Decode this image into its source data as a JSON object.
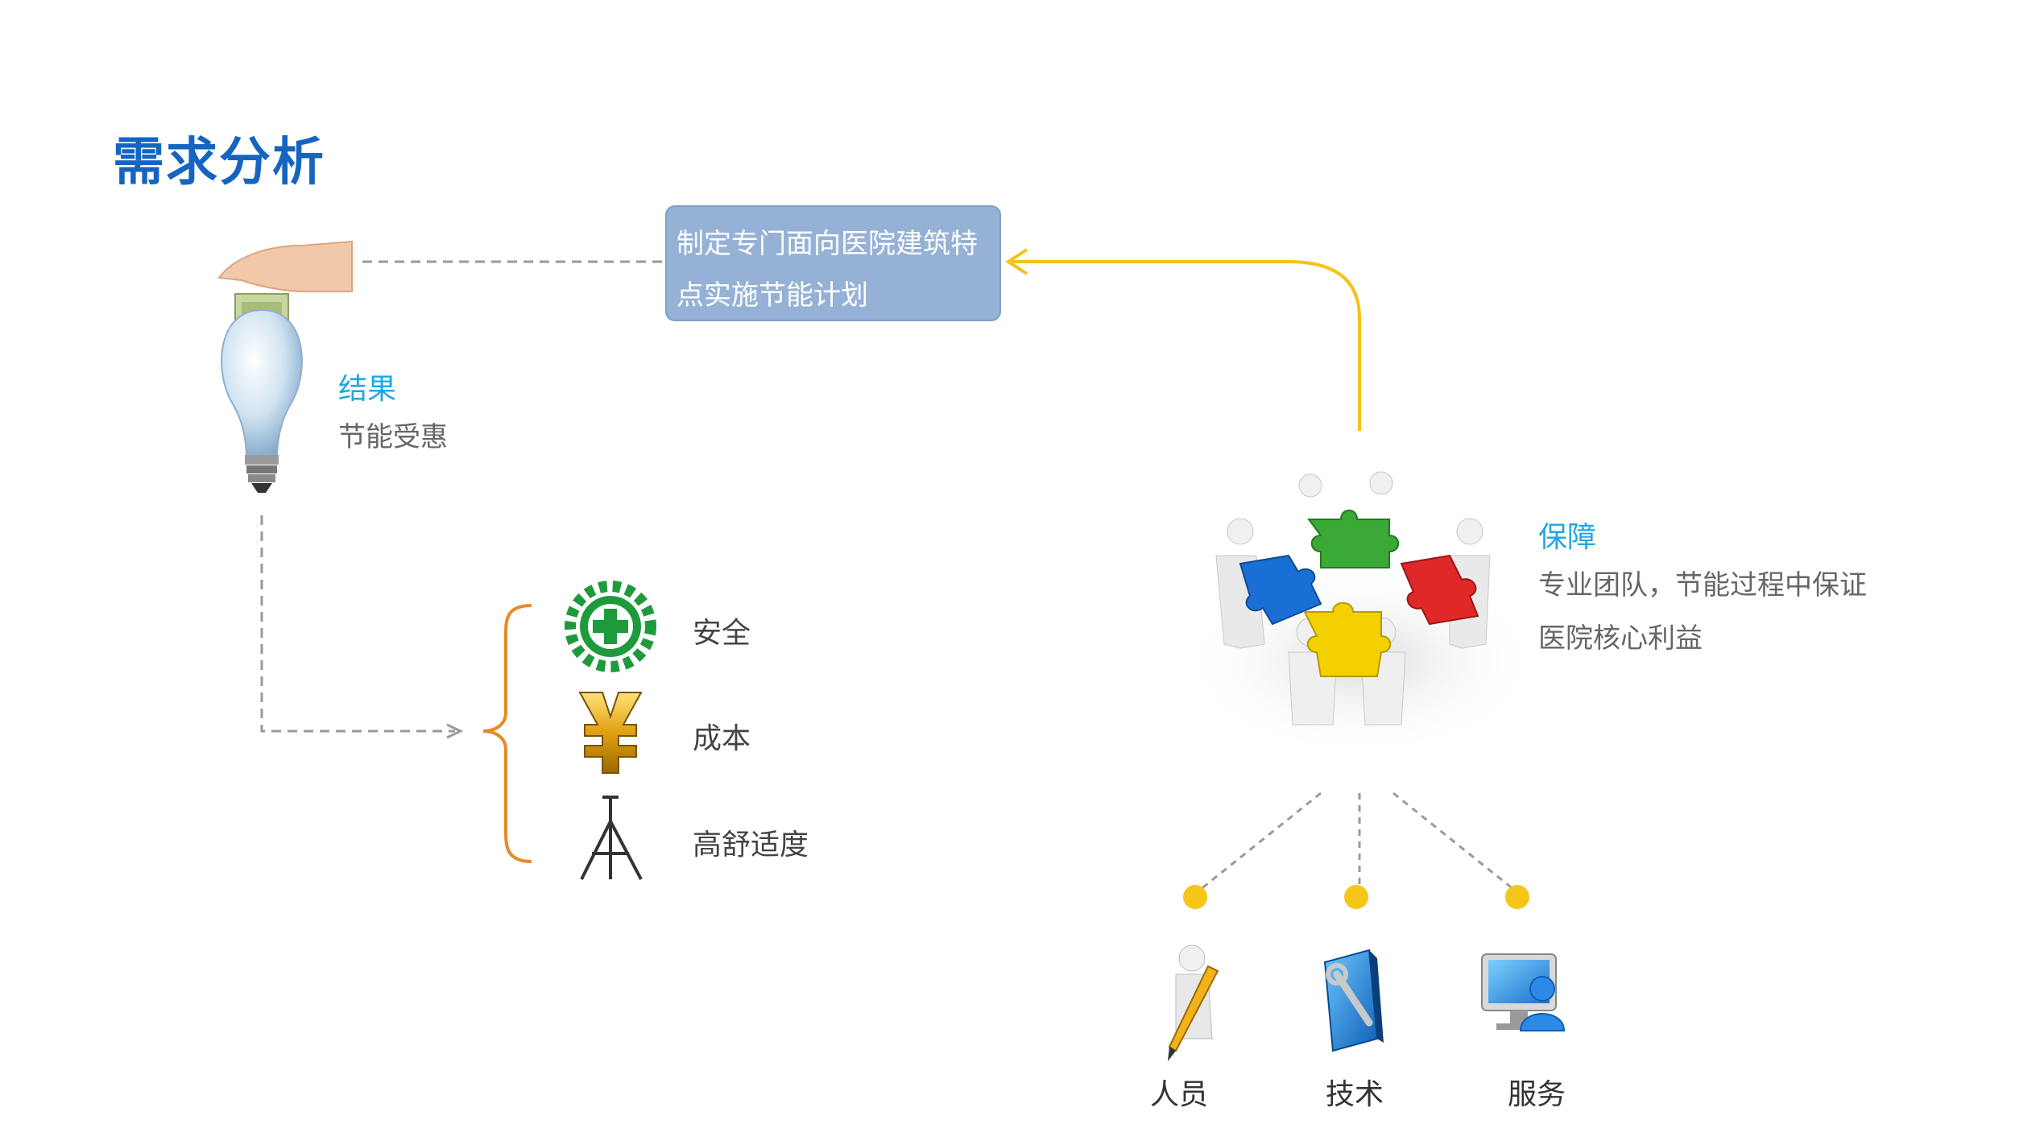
{
  "title": "需求分析",
  "plan_box": {
    "line1": "制定专门面向医院建筑特",
    "line2": "点实施节能计划"
  },
  "result": {
    "heading": "结果",
    "text": "节能受惠"
  },
  "benefits": [
    {
      "label": "安全",
      "icon": "safety-cross-gear-icon"
    },
    {
      "label": "成本",
      "icon": "yuan-currency-icon"
    },
    {
      "label": "高舒适度",
      "icon": "tripod-icon"
    }
  ],
  "guarantee": {
    "heading": "保障",
    "line1": "专业团队，节能过程中保证",
    "line2": "医院核心利益"
  },
  "pillars": [
    {
      "label": "人员",
      "icon": "person-with-pencil-icon"
    },
    {
      "label": "技术",
      "icon": "book-wrench-icon"
    },
    {
      "label": "服务",
      "icon": "monitor-user-icon"
    }
  ],
  "colors": {
    "title": "#1565c0",
    "heading_cyan": "#1ea8e0",
    "plan_box_fill": "#95b2d6",
    "arrow_yellow": "#f5c21b",
    "bracket_orange": "#e8892b",
    "dot_yellow": "#f5c518",
    "dash_gray": "#9a9a9a"
  }
}
